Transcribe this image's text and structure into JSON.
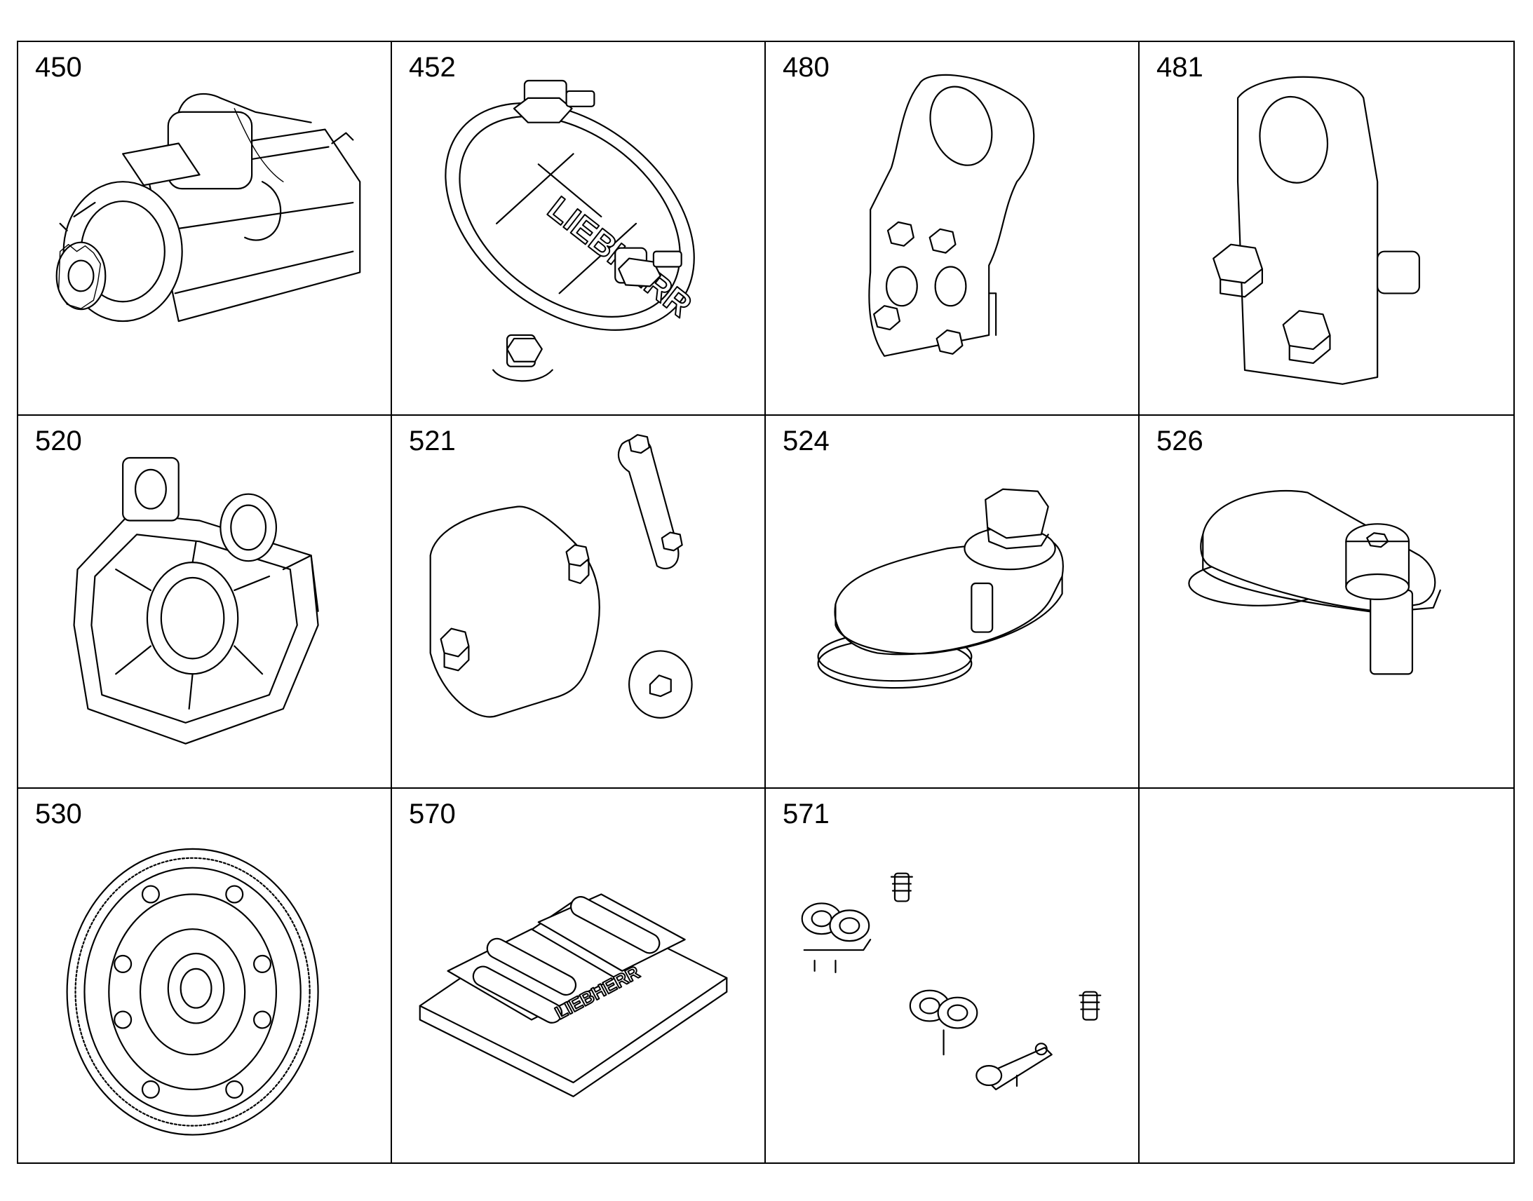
{
  "cells": [
    {
      "number": "450",
      "icon": "starter-motor-icon"
    },
    {
      "number": "452",
      "icon": "cover-plate-icon",
      "logo_text": "LIEBHERR"
    },
    {
      "number": "480",
      "icon": "lifting-eye-bracket-icon"
    },
    {
      "number": "481",
      "icon": "lifting-eye-bracket-icon"
    },
    {
      "number": "520",
      "icon": "flywheel-housing-icon"
    },
    {
      "number": "521",
      "icon": "cover-plates-icon"
    },
    {
      "number": "524",
      "icon": "cam-plate-icon"
    },
    {
      "number": "526",
      "icon": "cam-plate-icon"
    },
    {
      "number": "530",
      "icon": "flywheel-icon"
    },
    {
      "number": "570",
      "icon": "rocker-carrier-icon",
      "logo_text": "LIEBHERR"
    },
    {
      "number": "571",
      "icon": "clamp-parts-icon"
    },
    {
      "number": "",
      "icon": ""
    }
  ]
}
